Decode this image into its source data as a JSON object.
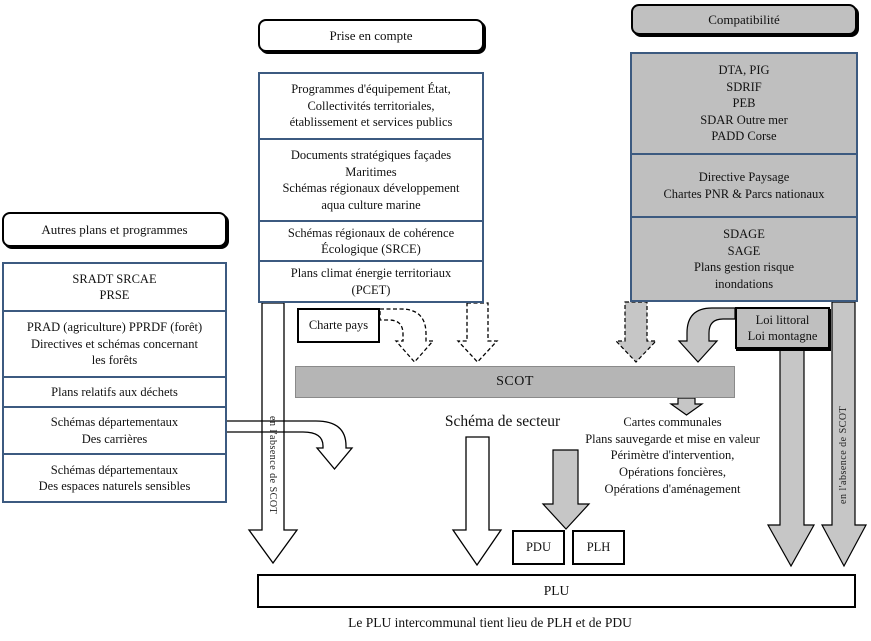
{
  "colors": {
    "box_gray": "#bfbfbf",
    "scot_gray": "#b5b5b5",
    "arrow_gray": "#c6c6c6",
    "border_blue": "#3c5a80"
  },
  "legend": {
    "prise_en_compte": "Prise en compte",
    "compatibilite": "Compatibilité",
    "autres_plans": "Autres plans et programmes"
  },
  "left_boxes": [
    [
      "SRADT SRCAE",
      "PRSE"
    ],
    [
      "PRAD (agriculture) PPRDF (forêt)",
      "Directives et schémas  concernant",
      "les forêts"
    ],
    [
      "Plans relatifs aux déchets"
    ],
    [
      "Schémas départementaux",
      "Des carrières"
    ],
    [
      "Schémas départementaux",
      "Des espaces naturels sensibles"
    ]
  ],
  "center_boxes": [
    [
      "Programmes d'équipement État,",
      "Collectivités territoriales,",
      "établissement et services publics"
    ],
    [
      "Documents stratégiques façades",
      "Maritimes",
      "Schémas régionaux développement",
      "aqua culture marine"
    ],
    [
      "Schémas régionaux de cohérence",
      "Écologique (SRCE)"
    ],
    [
      "Plans climat énergie territoriaux",
      "(PCET)"
    ]
  ],
  "right_boxes": [
    [
      "DTA, PIG",
      "SDRIF",
      "PEB",
      "SDAR Outre mer",
      "PADD Corse"
    ],
    [
      "Directive Paysage",
      "Chartes PNR & Parcs nationaux"
    ],
    [
      "SDAGE",
      "SAGE",
      "Plans gestion risque",
      "inondations"
    ]
  ],
  "nodes": {
    "charte_pays": "Charte pays",
    "loi": [
      "Loi littoral",
      "Loi montagne"
    ],
    "scot": "SCOT",
    "schema_secteur": "Schéma de secteur",
    "cartes": [
      "Cartes communales",
      "Plans sauvegarde  et mise en valeur",
      "Périmètre d'intervention,",
      "Opérations foncières,",
      "Opérations d'aménagement"
    ],
    "pdu": "PDU",
    "plh": "PLH",
    "plu": "PLU"
  },
  "labels": {
    "absence_scot_left": "en l'absence de SCOT",
    "absence_scot_right": "en l'absence de SCOT",
    "caption": "Le PLU intercommunal tient  lieu de PLH et de PDU"
  }
}
